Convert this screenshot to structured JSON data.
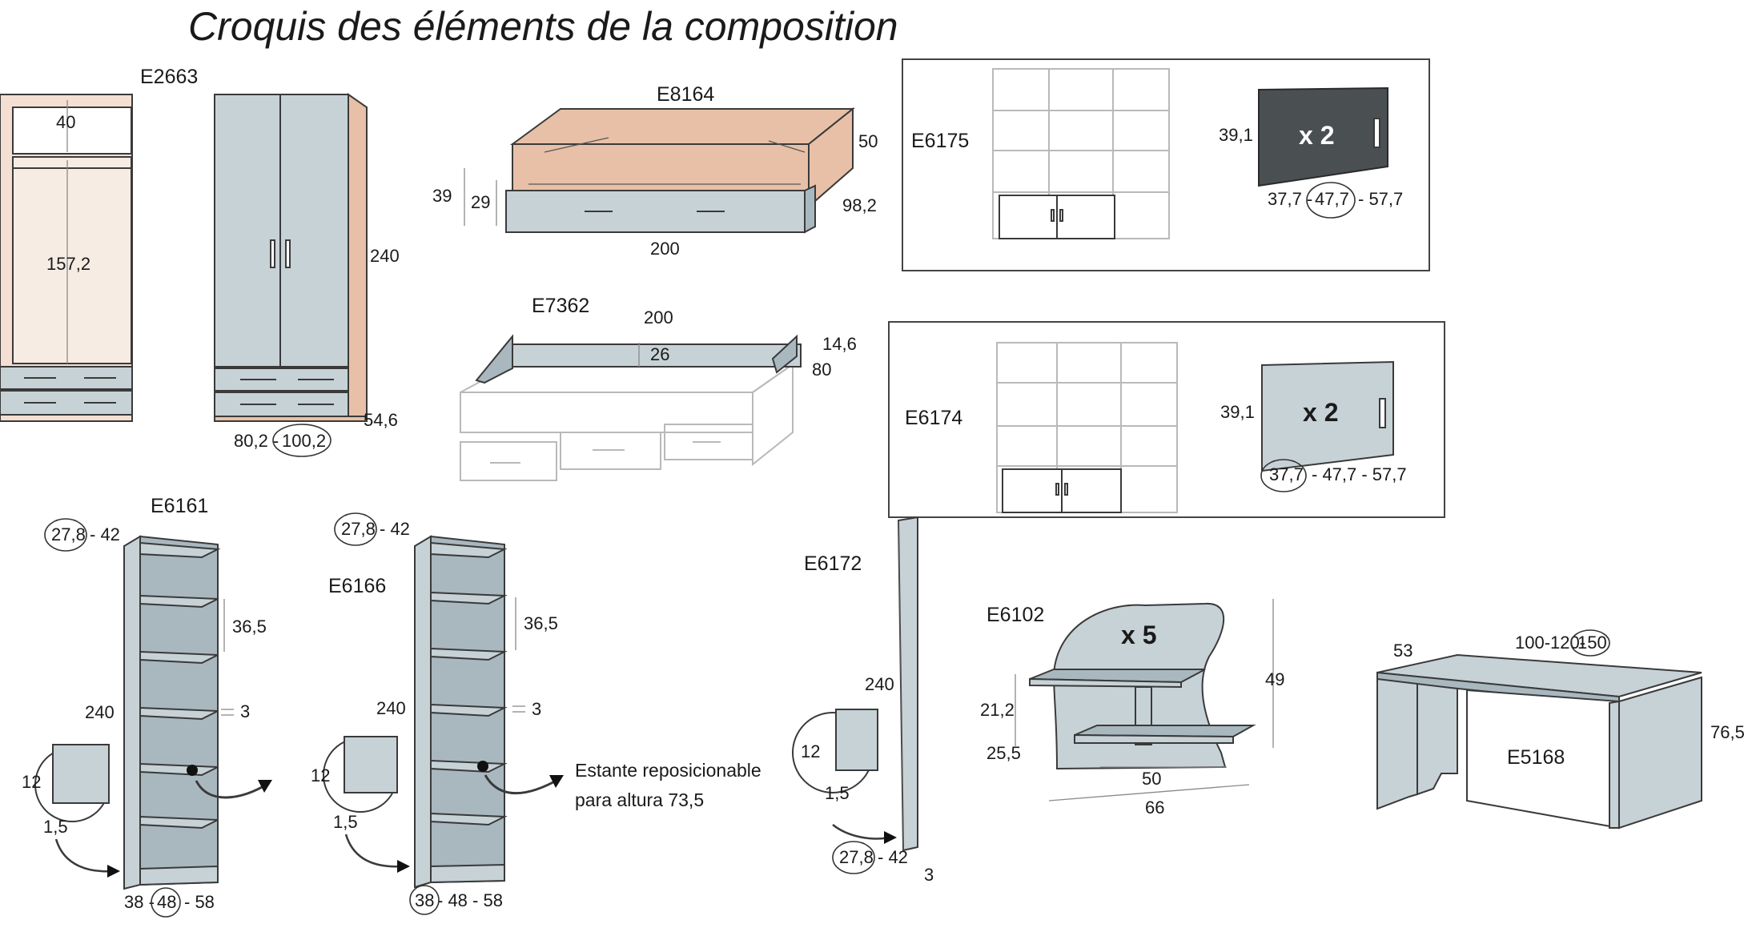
{
  "title": "Croquis des éléments de la composition",
  "elements": {
    "e2663": {
      "code": "E2663",
      "inner_top": "40",
      "inner_height": "157,2",
      "height": "240",
      "depth": "54,6",
      "width_a": "80,2 -",
      "width_b": "100,2"
    },
    "e8164": {
      "code": "E8164",
      "h1": "39",
      "h2": "29",
      "h3": "50",
      "depth": "98,2",
      "length": "200"
    },
    "e7362": {
      "code": "E7362",
      "length": "200",
      "height": "26",
      "thick": "14,6",
      "depth": "80"
    },
    "e6175": {
      "code": "E6175",
      "door_h": "39,1",
      "door_count": "x 2",
      "w1": "37,7 -",
      "w2": "47,7",
      "w3": "- 57,7"
    },
    "e6174": {
      "code": "E6174",
      "door_h": "39,1",
      "door_count": "x 2",
      "w1": "37,7",
      "w2": "- 47,7 - 57,7"
    },
    "e6161": {
      "code": "E6161",
      "d1": "27,8",
      "d2": "- 42",
      "shelf_gap": "36,5",
      "shelf_thick": "3",
      "height": "240",
      "detail_h": "12",
      "detail_w": "1,5",
      "w1": "38 -",
      "w2": "48",
      "w3": "- 58"
    },
    "e6166": {
      "code": "E6166",
      "d1": "27,8",
      "d2": "- 42",
      "shelf_gap": "36,5",
      "shelf_thick": "3",
      "height": "240",
      "detail_h": "12",
      "detail_w": "1,5",
      "w1": "38",
      "w2": "- 48 - 58",
      "note_line1": "Estante reposicionable",
      "note_line2": "para altura 73,5"
    },
    "e6172": {
      "code": "E6172",
      "height": "240",
      "detail_h": "12",
      "detail_w": "1,5",
      "d1": "27,8",
      "d2": "- 42",
      "thick": "3"
    },
    "e6102": {
      "code": "E6102",
      "count": "x 5",
      "h_shelf": "21,2",
      "depth": "25,5",
      "height": "49",
      "w_in": "50",
      "w_out": "66"
    },
    "e5168": {
      "code": "E5168",
      "depth": "53",
      "w1": "100-120-",
      "w2": "150",
      "height": "76,5"
    }
  },
  "colors": {
    "wood": "#e8c0a8",
    "panel": "#c7d2d7",
    "dark": "#4a4f52",
    "line": "#3a3a3a"
  }
}
